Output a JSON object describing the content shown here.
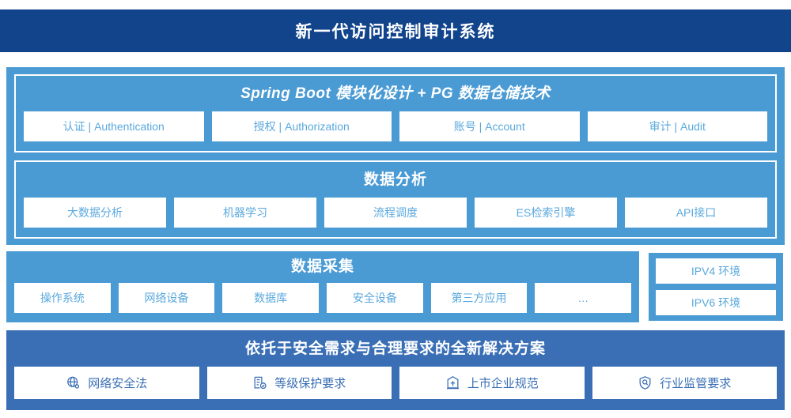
{
  "header": {
    "title": "新一代访问控制审计系统"
  },
  "colors": {
    "title_bar": "#12448c",
    "mid_panel": "#4a9ad4",
    "bottom_band": "#3a6fb5",
    "card_bg": "#ffffff",
    "card_text_blue": "#5aa8dd",
    "card_text_dark_blue": "#3a6fb5"
  },
  "platform": {
    "header": "Spring Boot 模块化设计 + PG 数据仓储技术",
    "cards": [
      {
        "label": "认证 | Authentication"
      },
      {
        "label": "授权 | Authorization"
      },
      {
        "label": "账号 | Account"
      },
      {
        "label": "审计 | Audit"
      }
    ]
  },
  "analysis": {
    "header": "数据分析",
    "cards": [
      {
        "label": "大数据分析"
      },
      {
        "label": "机器学习"
      },
      {
        "label": "流程调度"
      },
      {
        "label": "ES检索引擎"
      },
      {
        "label": "API接口"
      }
    ]
  },
  "collection": {
    "header": "数据采集",
    "cards": [
      {
        "label": "操作系统"
      },
      {
        "label": "网络设备"
      },
      {
        "label": "数据库"
      },
      {
        "label": "安全设备"
      },
      {
        "label": "第三方应用"
      },
      {
        "label": "…"
      }
    ]
  },
  "environments": {
    "items": [
      {
        "label": "IPV4 环境"
      },
      {
        "label": "IPV6 环境"
      }
    ]
  },
  "compliance": {
    "header": "依托于安全需求与合理要求的全新解决方案",
    "cards": [
      {
        "label": "网络安全法",
        "icon": "globe-icon"
      },
      {
        "label": "等级保护要求",
        "icon": "document-check-icon"
      },
      {
        "label": "上市企业规范",
        "icon": "bank-building-icon"
      },
      {
        "label": "行业监管要求",
        "icon": "shield-search-icon"
      }
    ]
  }
}
